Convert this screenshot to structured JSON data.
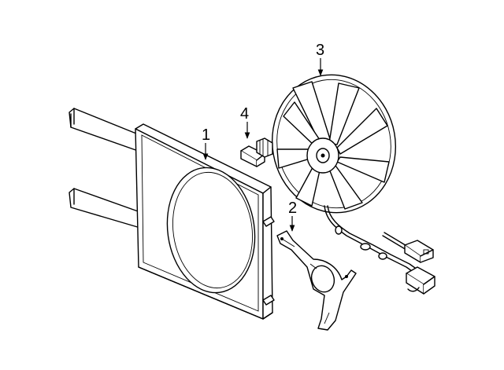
{
  "callouts": {
    "shroud": "1",
    "bracket": "2",
    "fan": "3",
    "switch": "4"
  }
}
